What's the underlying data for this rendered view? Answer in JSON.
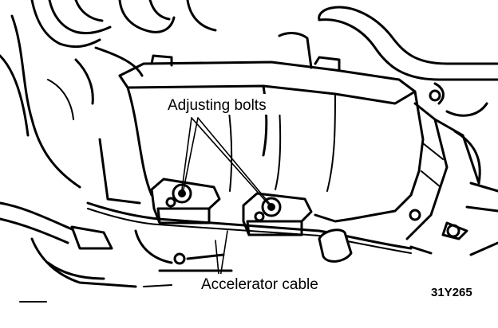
{
  "labels": {
    "adjusting_bolts": "Adjusting bolts",
    "accelerator_cable": "Accelerator cable",
    "figure_code": "31Y265"
  }
}
